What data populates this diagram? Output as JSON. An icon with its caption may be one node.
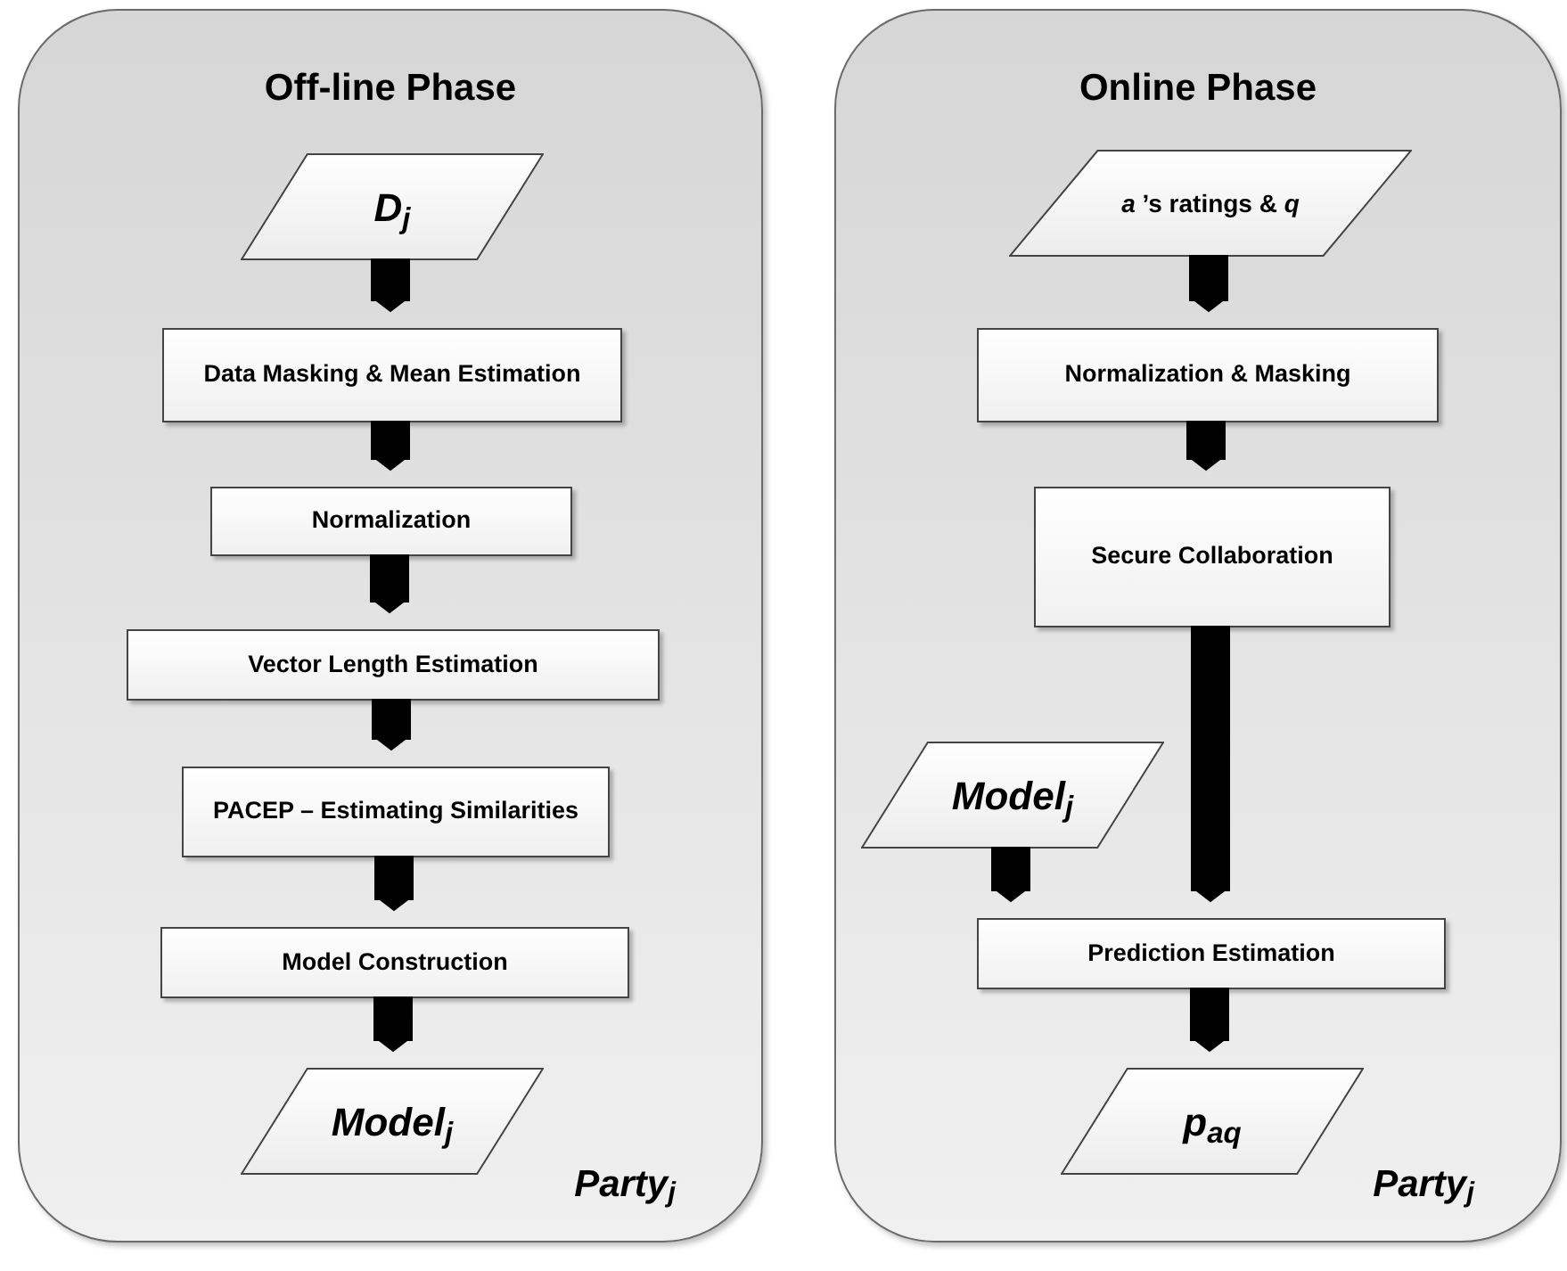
{
  "diagram": {
    "nodes": [
      {
        "text": [
          "Off-line Phase",
          "Party$_{j}$"
        ]
      },
      {
        "text": [
          "D$_{j}$"
        ],
        "in": 0
      },
      {
        "text": [
          "Data Masking & Mean Estimation"
        ],
        "in": 0
      },
      {
        "text": [
          "Normalization"
        ],
        "in": 0
      },
      {
        "text": [
          "Vector Length Estimation"
        ],
        "in": 0
      },
      {
        "text": [
          "PACEP – Estimating Similarities"
        ],
        "in": 0
      },
      {
        "text": [
          "Model Construction"
        ],
        "in": 0
      },
      {
        "text": [
          "Model$_{j}$"
        ],
        "in": 0
      },
      {
        "text": [
          "Online Phase",
          "Party$_{j}$"
        ]
      },
      {
        "text": [
          "*a* ’s ratings & *q*"
        ],
        "in": 8
      },
      {
        "text": [
          "Normalization & Masking"
        ],
        "in": 8
      },
      {
        "text": [
          "Secure Collaboration"
        ],
        "in": 8
      },
      {
        "text": [
          "Model$_{j}$"
        ],
        "in": 8
      },
      {
        "text": [
          "Prediction Estimation"
        ],
        "in": 8
      },
      {
        "text": [
          "p$_{aq}$"
        ],
        "in": 8
      }
    ],
    "edges": [
      {
        "from": 1,
        "to": 2,
        "arrow": "to"
      },
      {
        "from": 2,
        "to": 3,
        "arrow": "to"
      },
      {
        "from": 3,
        "to": 4,
        "arrow": "to"
      },
      {
        "from": 4,
        "to": 5,
        "arrow": "to"
      },
      {
        "from": 5,
        "to": 6,
        "arrow": "to"
      },
      {
        "from": 6,
        "to": 7,
        "arrow": "to"
      },
      {
        "from": 9,
        "to": 10,
        "arrow": "to"
      },
      {
        "from": 10,
        "to": 11,
        "arrow": "to"
      },
      {
        "from": 11,
        "to": 13,
        "arrow": "to"
      },
      {
        "from": 12,
        "to": 13,
        "arrow": "to"
      },
      {
        "from": 13,
        "to": 14,
        "arrow": "to"
      }
    ]
  }
}
